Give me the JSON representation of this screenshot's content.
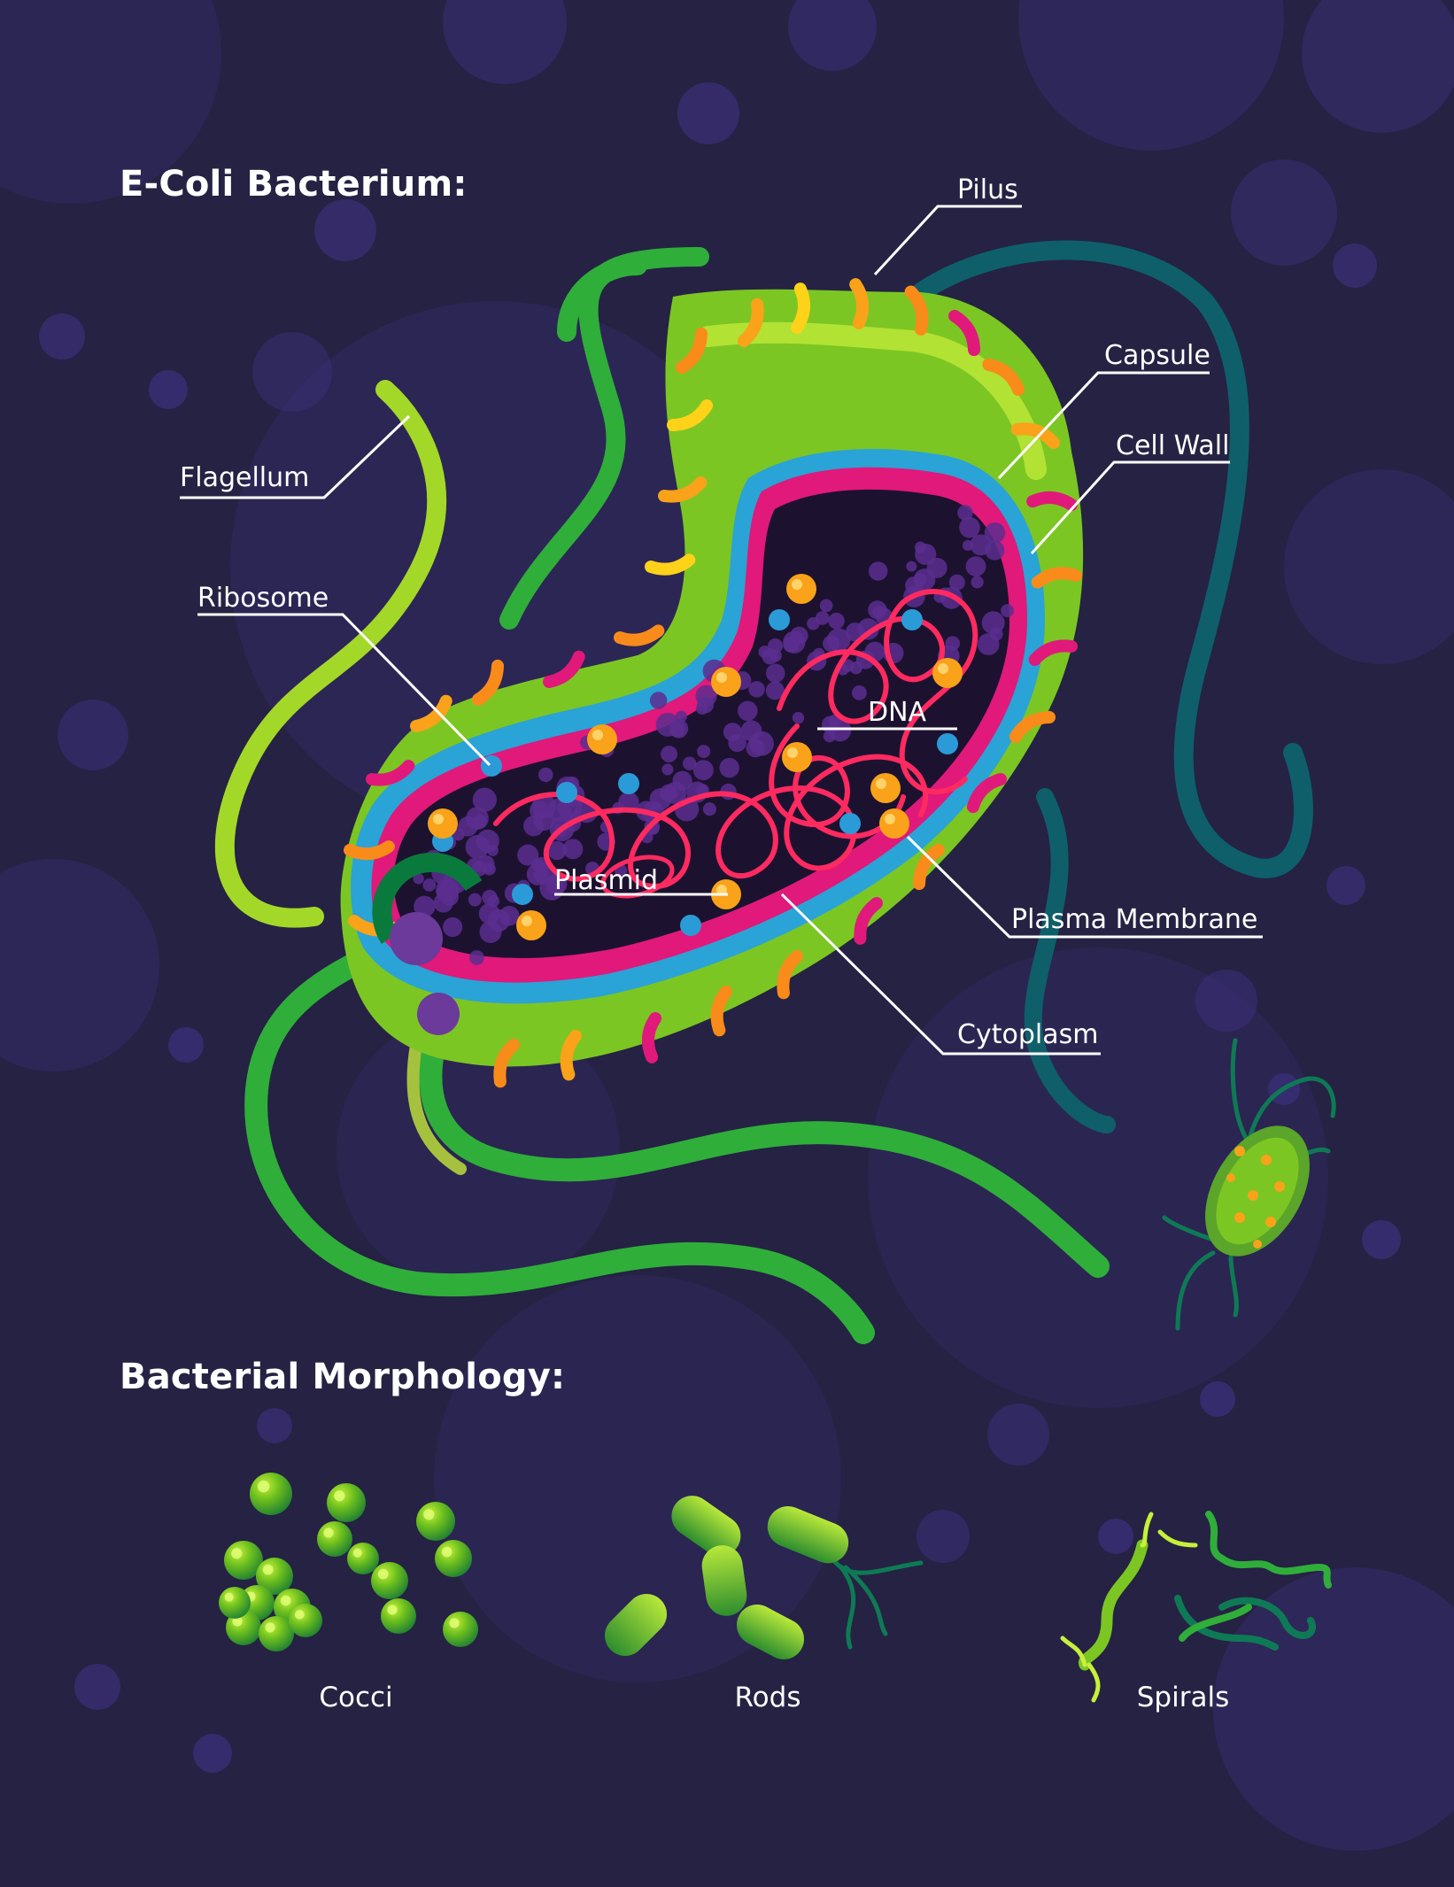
{
  "titles": {
    "main": "E-Coli Bacterium:",
    "morphology": "Bacterial Morphology:"
  },
  "labels": {
    "pilus": "Pilus",
    "capsule": "Capsule",
    "cell_wall": "Cell Wall",
    "flagellum": "Flagellum",
    "ribosome": "Ribosome",
    "dna": "DNA",
    "plasmid": "Plasmid",
    "plasma_membrane": "Plasma Membrane",
    "cytoplasm": "Cytoplasm"
  },
  "morphology": {
    "cocci": "Cocci",
    "rods": "Rods",
    "spirals": "Spirals"
  },
  "colors": {
    "background": "#252243",
    "bubble": "#3a2f78",
    "capsule_green": "#7cc623",
    "cell_wall_blue": "#2aa3d6",
    "membrane_magenta": "#e0197a",
    "cytoplasm_dark": "#1c1230",
    "dna_red": "#ff2a60",
    "pili_orange": "#f9a21a",
    "flagella_green": "#2fae3a",
    "flagella_teal": "#0e5f6a"
  }
}
